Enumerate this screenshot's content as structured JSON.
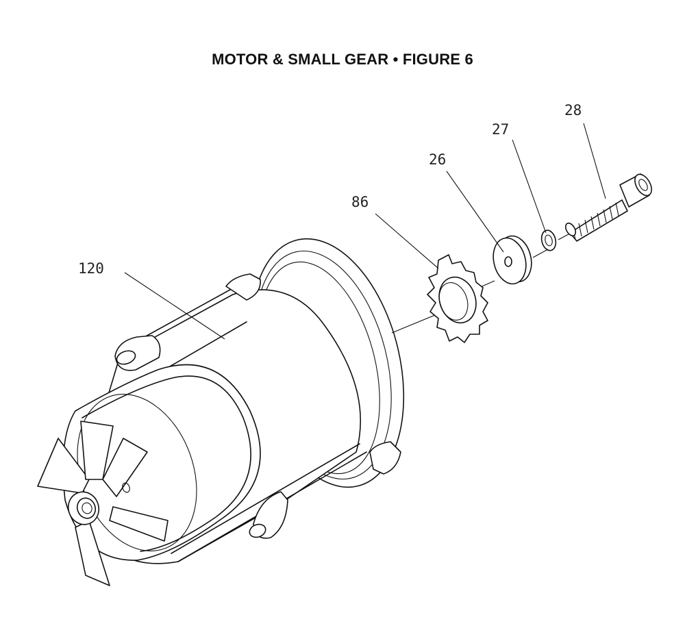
{
  "title": "MOTOR & SMALL GEAR  •  FIGURE 6",
  "callouts": {
    "motor": "120",
    "gear": "86",
    "washer": "26",
    "lock_washer": "27",
    "screw": "28"
  }
}
